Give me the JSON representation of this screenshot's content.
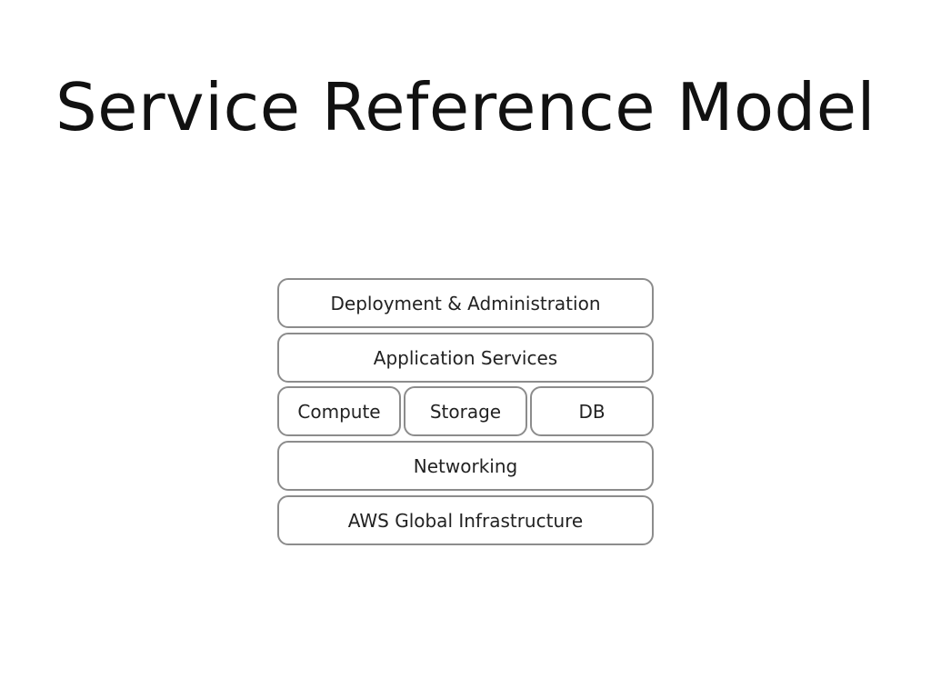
{
  "title": "Service Reference Model",
  "layers": {
    "deployment": "Deployment & Administration",
    "application_services": "Application Services",
    "core_services": [
      "Compute",
      "Storage",
      "DB"
    ],
    "networking": "Networking",
    "infrastructure": "AWS Global Infrastructure"
  }
}
